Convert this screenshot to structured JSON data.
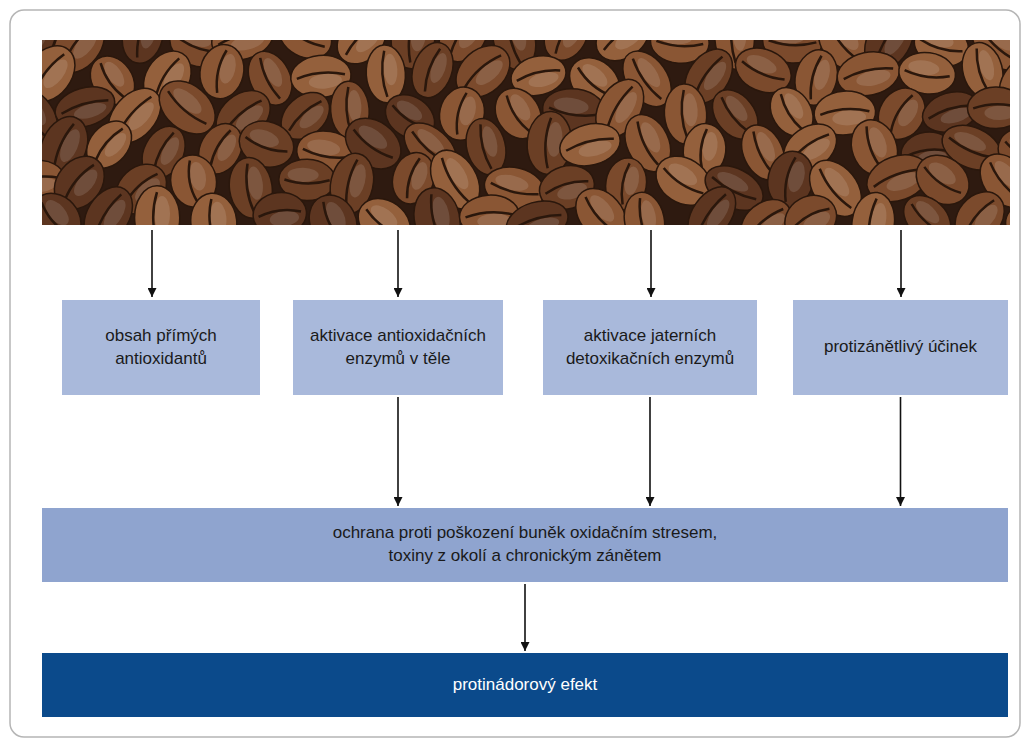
{
  "diagram": {
    "nodes": [
      {
        "text": [
          "obsah přímých antioxidantů"
        ]
      },
      {
        "text": [
          "aktivace antioxidačních enzymů v těle"
        ]
      },
      {
        "text": [
          "aktivace jaterních detoxikačních enzymů"
        ]
      },
      {
        "text": [
          "protizánětlivý účinek"
        ]
      },
      {
        "text": [
          "ochrana proti poškození buněk oxidačním stresem, toxiny z okolí a chronickým zánětem"
        ]
      },
      {
        "text": [
          "protinádorový efekt"
        ]
      }
    ],
    "edges": [
      {
        "from": 1,
        "to": 4,
        "arrow": "to"
      },
      {
        "from": 2,
        "to": 4,
        "arrow": "to"
      },
      {
        "from": 3,
        "to": 4,
        "arrow": "to"
      },
      {
        "from": 4,
        "to": 5,
        "arrow": "to"
      }
    ]
  }
}
